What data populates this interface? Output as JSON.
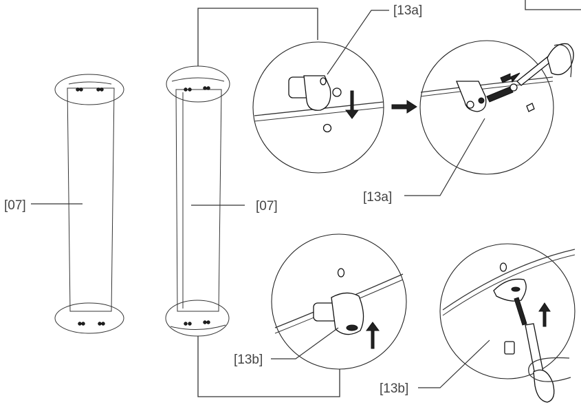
{
  "labels": {
    "panel_left": "[07]",
    "panel_right": "[07]",
    "part_13a_top": "[13a]",
    "part_13a_bottom": "[13a]",
    "part_13b_left": "[13b]",
    "part_13b_right": "[13b]"
  }
}
